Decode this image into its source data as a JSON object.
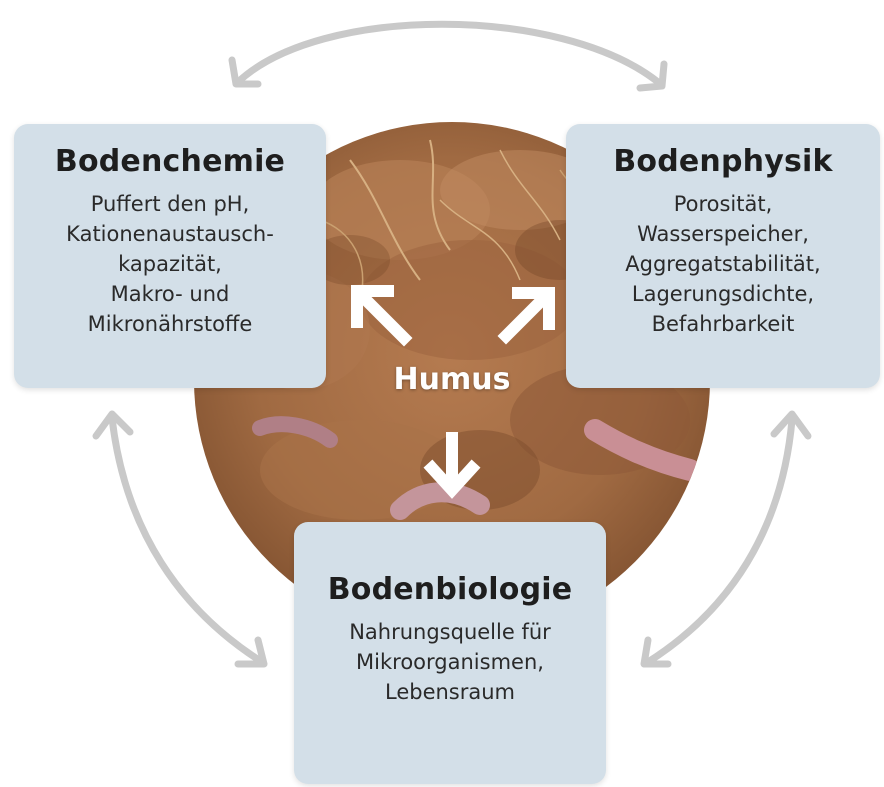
{
  "colors": {
    "box_fill": "#d3dfe8",
    "arrow_gray": "#c9c9c9",
    "soil": "#a8714a",
    "humus_text": "#ffffff"
  },
  "center": {
    "label": "Humus",
    "image": "soil-with-earthworms"
  },
  "boxes": {
    "chemistry": {
      "title": "Bodenchemie",
      "lines": [
        "Puffert den pH,",
        "Kationenaustausch-",
        "kapazität,",
        "Makro- und",
        "Mikronährstoffe"
      ]
    },
    "physics": {
      "title": "Bodenphysik",
      "lines": [
        "Porosität,",
        "Wasserspeicher,",
        "Aggregatstabilität,",
        "Lagerungsdichte,",
        "Befahrbarkeit"
      ]
    },
    "biology": {
      "title": "Bodenbiologie",
      "lines": [
        "Nahrungsquelle für",
        "Mikroorganismen,",
        "Lebensraum"
      ]
    }
  }
}
